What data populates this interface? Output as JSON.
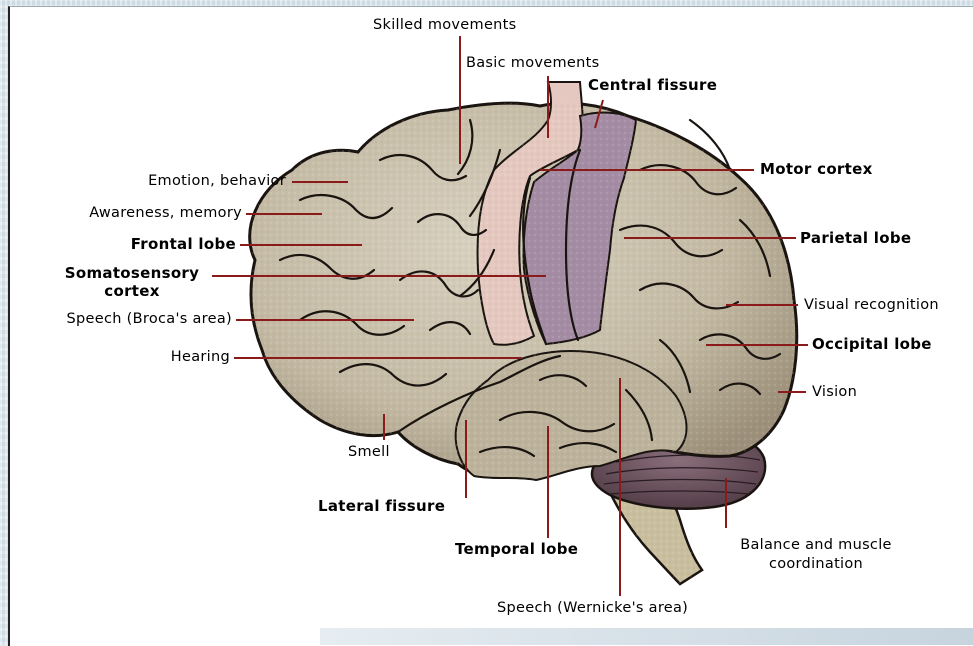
{
  "diagram": {
    "labels": {
      "skilled_movements": "Skilled movements",
      "basic_movements": "Basic movements",
      "central_fissure": "Central fissure",
      "motor_cortex": "Motor cortex",
      "emotion_behavior": "Emotion, behavior",
      "awareness_memory": "Awareness, memory",
      "frontal_lobe": "Frontal lobe",
      "parietal_lobe": "Parietal lobe",
      "somatosensory_cortex_line1": "Somatosensory",
      "somatosensory_cortex_line2": "cortex",
      "speech_broca": "Speech (Broca's area)",
      "visual_recognition": "Visual recognition",
      "hearing": "Hearing",
      "occipital_lobe": "Occipital lobe",
      "vision": "Vision",
      "smell": "Smell",
      "lateral_fissure": "Lateral fissure",
      "temporal_lobe": "Temporal lobe",
      "balance_line1": "Balance and muscle",
      "balance_line2": "coordination",
      "speech_wernicke": "Speech (Wernicke's area)"
    },
    "colors": {
      "cortex": "#c9c0ac",
      "cortex_shade": "#a89c86",
      "motor_strip": "#e5c9c0",
      "sensory_strip": "#a58ca5",
      "cerebellum": "#6e5460",
      "brainstem": "#c9bf9f",
      "sulci": "#1a1410",
      "leader_line": "#8b1a1a"
    }
  }
}
